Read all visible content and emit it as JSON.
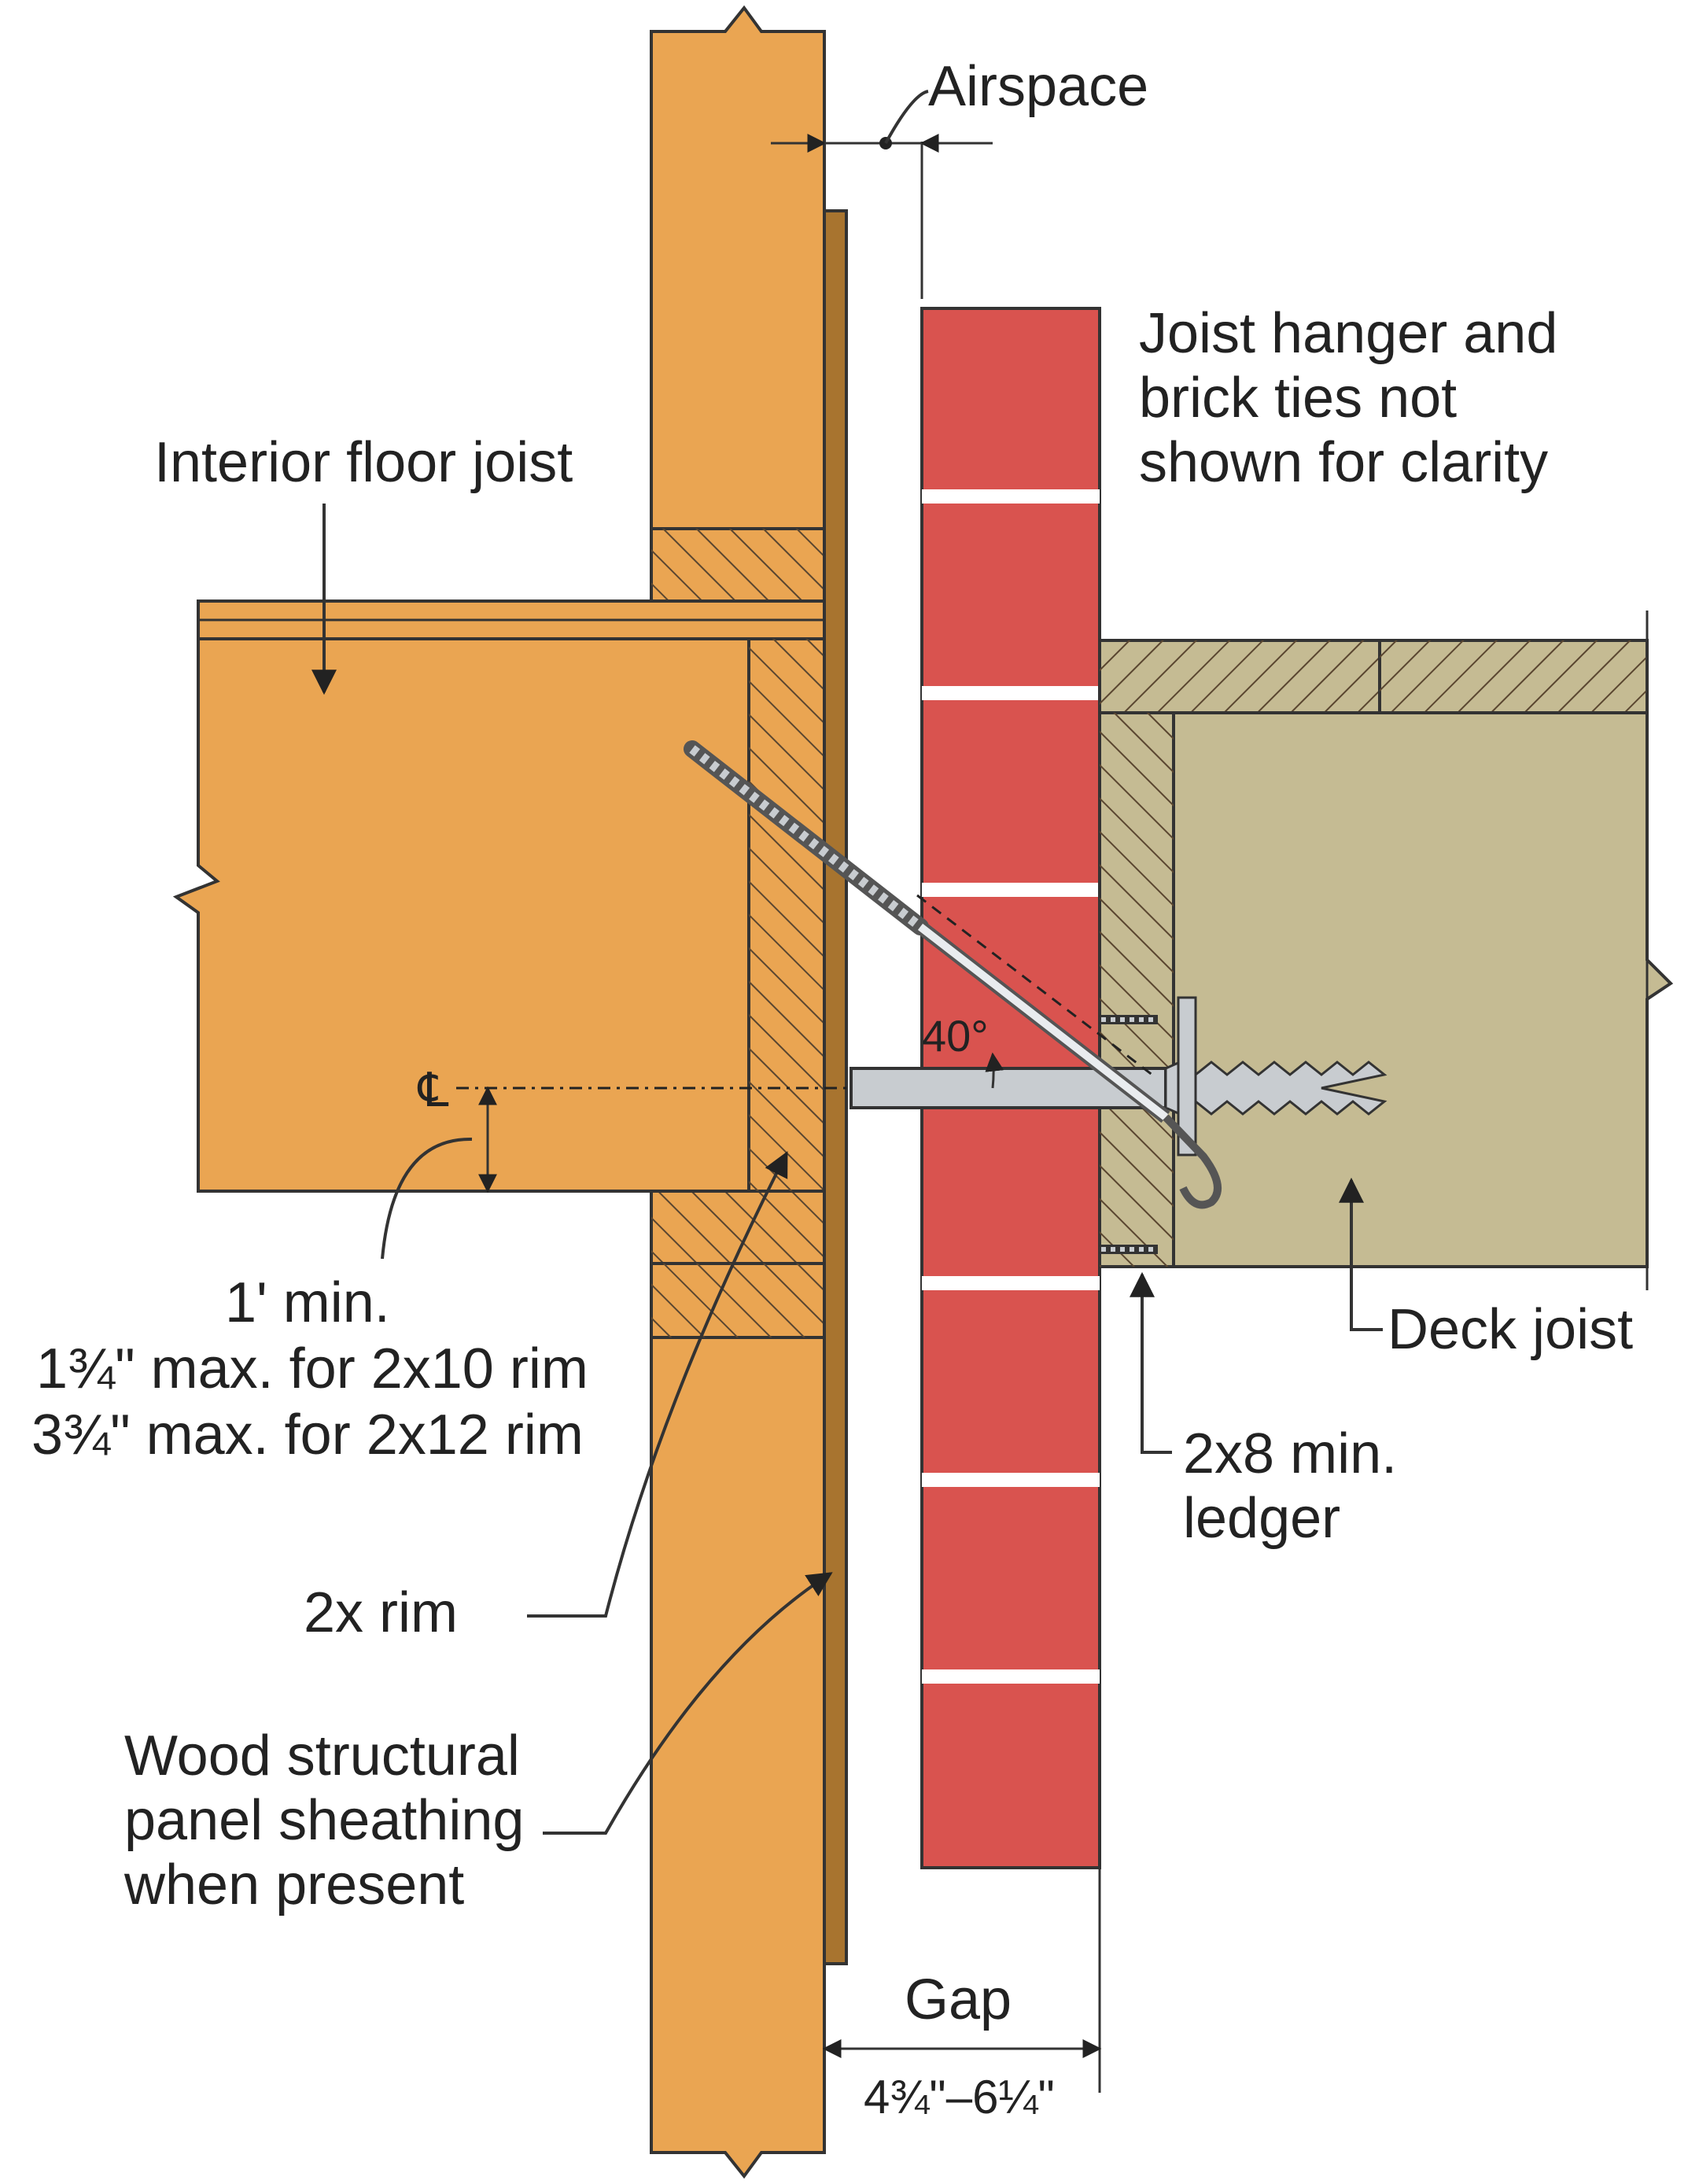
{
  "labels": {
    "airspace": "Airspace",
    "joist_note": [
      "Joist hanger and",
      "brick ties not",
      "shown for clarity"
    ],
    "interior_joist": "Interior floor joist",
    "centerline": "℄",
    "angle": "40°",
    "min_max": [
      "1' min.",
      "1¾\" max. for 2x10 rim",
      "3¾\" max. for 2x12 rim"
    ],
    "deck_joist": "Deck joist",
    "ledger": [
      "2x8 min.",
      "ledger"
    ],
    "rim": "2x rim",
    "sheathing": [
      "Wood structural",
      "panel sheathing",
      "when present"
    ],
    "gap": "Gap",
    "gap_range": "4¾\"–6¼\""
  },
  "colors": {
    "wood": "#eaa552",
    "deck": "#c5bb93",
    "brick": "#d9534f",
    "mortar": "#ffffff",
    "hatch": "#5a4630",
    "sheathing": "#a8742f",
    "bolt": "#c8ccd0"
  }
}
